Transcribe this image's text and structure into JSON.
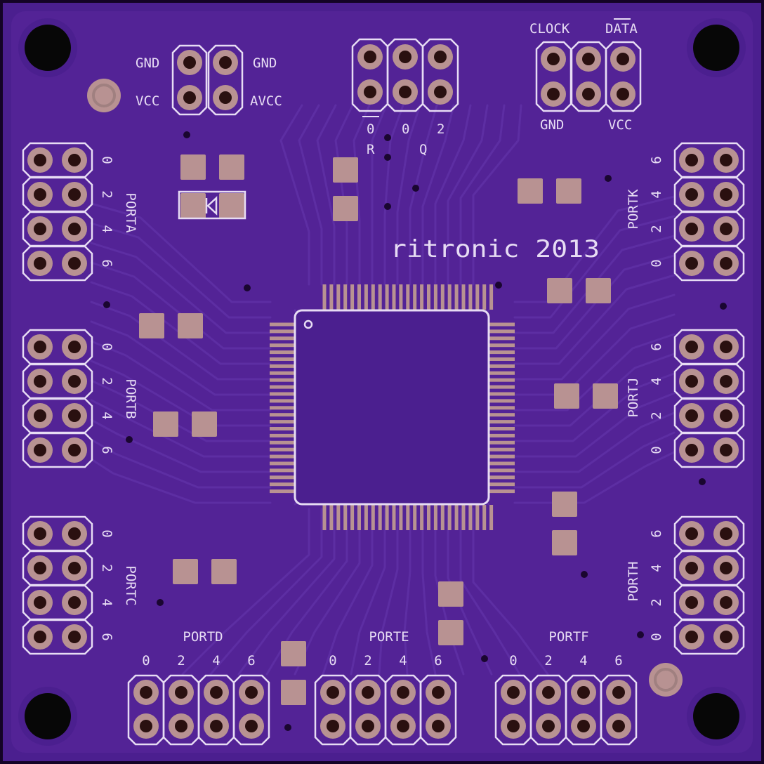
{
  "board": {
    "colors": {
      "substrate": "#4b1f8f",
      "copper": "#5d2ea3",
      "silkscreen": "#e7dcf4",
      "pad": "#b89292",
      "drill": "#2a1010",
      "outline": "#140326"
    },
    "credit": "ritronic 2013"
  },
  "top_headers": {
    "power": {
      "left_top": "GND",
      "left_bottom": "VCC",
      "right_top": "GND",
      "right_bottom": "AVCC"
    },
    "reset": {
      "pin_labels": [
        "0",
        "0",
        "2"
      ],
      "signal_labels": [
        "R",
        "Q"
      ]
    },
    "ps2": {
      "clock_label": "CLOCK",
      "data_label": "DATA",
      "gnd_label": "GND",
      "vcc_label": "VCC"
    }
  },
  "ports": {
    "left": [
      {
        "name": "PORTA",
        "pins": [
          "0",
          "2",
          "4",
          "6"
        ]
      },
      {
        "name": "PORTB",
        "pins": [
          "0",
          "2",
          "4",
          "6"
        ]
      },
      {
        "name": "PORTC",
        "pins": [
          "0",
          "2",
          "4",
          "6"
        ]
      }
    ],
    "right": [
      {
        "name": "PORTK",
        "pins": [
          "6",
          "4",
          "2",
          "0"
        ]
      },
      {
        "name": "PORTJ",
        "pins": [
          "6",
          "4",
          "2",
          "0"
        ]
      },
      {
        "name": "PORTH",
        "pins": [
          "6",
          "4",
          "2",
          "0"
        ]
      }
    ],
    "bottom": [
      {
        "name": "PORTD",
        "pins": [
          "0",
          "2",
          "4",
          "6"
        ]
      },
      {
        "name": "PORTE",
        "pins": [
          "0",
          "2",
          "4",
          "6"
        ]
      },
      {
        "name": "PORTF",
        "pins": [
          "0",
          "2",
          "4",
          "6"
        ]
      }
    ]
  }
}
